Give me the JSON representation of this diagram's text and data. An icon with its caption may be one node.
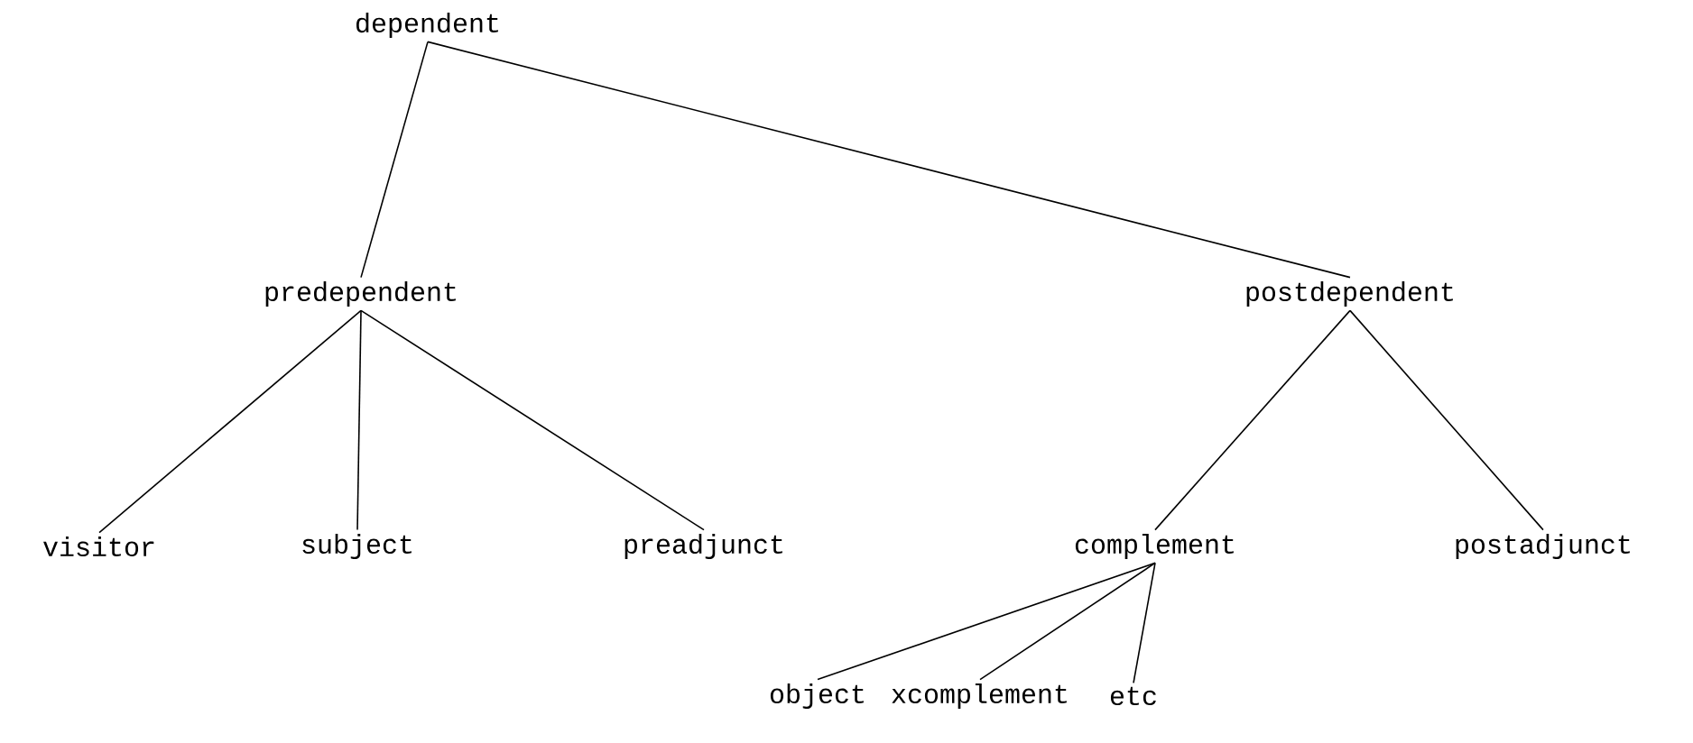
{
  "diagram": {
    "nodes": [
      {
        "text": [
          "dependent"
        ]
      },
      {
        "text": [
          "predependent"
        ]
      },
      {
        "text": [
          "postdependent"
        ]
      },
      {
        "text": [
          "visitor"
        ]
      },
      {
        "text": [
          "subject"
        ]
      },
      {
        "text": [
          "preadjunct"
        ]
      },
      {
        "text": [
          "complement"
        ]
      },
      {
        "text": [
          "postadjunct"
        ]
      },
      {
        "text": [
          "object"
        ]
      },
      {
        "text": [
          "xcomplement"
        ]
      },
      {
        "text": [
          "etc"
        ]
      }
    ],
    "edges": [
      {
        "from": 0,
        "to": 1,
        "arrow": "none"
      },
      {
        "from": 0,
        "to": 2,
        "arrow": "none"
      },
      {
        "from": 1,
        "to": 3,
        "arrow": "none"
      },
      {
        "from": 1,
        "to": 4,
        "arrow": "none"
      },
      {
        "from": 1,
        "to": 5,
        "arrow": "none"
      },
      {
        "from": 2,
        "to": 6,
        "arrow": "none"
      },
      {
        "from": 2,
        "to": 7,
        "arrow": "none"
      },
      {
        "from": 6,
        "to": 8,
        "arrow": "none"
      },
      {
        "from": 6,
        "to": 9,
        "arrow": "none"
      },
      {
        "from": 6,
        "to": 10,
        "arrow": "none"
      }
    ]
  }
}
